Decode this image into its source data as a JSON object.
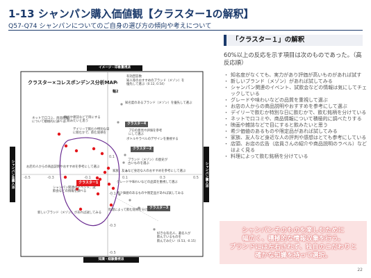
{
  "page": {
    "title": "1-13 シャンパン購入価値観【クラスター1の解釈】",
    "subtitle": "Q57-Q74 シャンパンについてのご自身の選び方の傾向や考えについて",
    "page_number": "22"
  },
  "map": {
    "title": "クラスター×コレスポンデンス分析MAP",
    "axis_label": "軸2",
    "axes": {
      "top": "イメージ・印象重視派",
      "bottom": "知識・経験重視派",
      "left": "シャンパン非購入派",
      "right": "シャンパン購入派"
    },
    "ticks": {
      "x": [
        "-0.5",
        "-0.3",
        "-0.1",
        "0.1",
        "0.3",
        "0.5"
      ],
      "y": [
        "0.1",
        "-0.1",
        "-0.3",
        "-0.5"
      ]
    },
    "clusters": [
      {
        "label": "クラスター1",
        "highlight": true
      },
      {
        "label": "クラスター2",
        "highlight": false
      },
      {
        "label": "クラスター3",
        "highlight": false
      },
      {
        "label": "クラスター4",
        "highlight": false
      }
    ],
    "notes": [
      "有効回答数",
      "知人等のおすすめのブランド（メゾン）を\n優先して選ぶ（0.12, 0.54）",
      "知名度のあるブランド（メゾン）を優先して選ぶ",
      "ネットで口コミ、商品情報\nについて積極的に調べる",
      "映画や雑誌などで目にする\nと飲みたいと思う",
      "デイリーで飲むか特別な日\nに飲むかで、飲む銘柄を",
      "プロの意見や評価を参考\nにして選ぶ",
      "ボトルやラベルのデザインを重視する",
      "ブランド（メゾン）の歴史が\n古いものを選ぶ",
      "お店の人からの商品説明やおすすめを参考にして選ぶ",
      "家族、友人など身近な人のおすすめを参考にして選ぶ",
      "シャンパン関連のイベント、試\n飲会などの情報を調べる",
      "新しいブランド（メゾン）があれば試してみる",
      "料理によって飲む銘柄を分けている",
      "グレードや味わいなどの品質を重視して選ぶ",
      "希少価値のあるものや限定品があれば試してみる",
      "好きな有名人、著名人が\n飲んでいるものを\n飲んでみたい（0.53, -0.15）"
    ]
  },
  "panel": {
    "heading": "「クラスター１」の解釈",
    "lead": "60%以上の反応を示す項目は次のものであった。（高反応順）",
    "bullets": [
      "知名度がなくても、実力があり評価が高いものがあれば試す",
      "新しいブランド（メゾン）があれば試してみる",
      "シャンパン関連のイベント、試飲会などの情報は気にしてチェックしている",
      "グレードや味わいなどの品質を重視して選ぶ",
      "お店の人からの商品説明やおすすめを参考にして選ぶ",
      "デイリーで飲むか特別な日に飲むかで、飲む銘柄を分けている",
      "ネットで口コミや、商品情報について積極的に調べたりする",
      "映画や雑誌などで目にすると飲みたいと思う",
      "希少価値のあるものや限定品があれば試してみる",
      "家族、友人など身近な人の評判や感想はとても参考にしている",
      "店頭、お店の広告（店員さんの紹介や商品説明のラベル）などはよく見る",
      "料理によって飲む銘柄を分けている"
    ],
    "callout": [
      "シャンパンそのものを楽しむために",
      "幅広く、積極的な情報収集を行う。",
      "ブランドには左右されず、独自のこだわりと",
      "確かな知識を持って選択。"
    ]
  },
  "colors": {
    "brand": "#1b3a6b",
    "accent": "#e4161b",
    "cluster_outline": "#6a2c91",
    "callout_bg": "#fbe2e2"
  }
}
